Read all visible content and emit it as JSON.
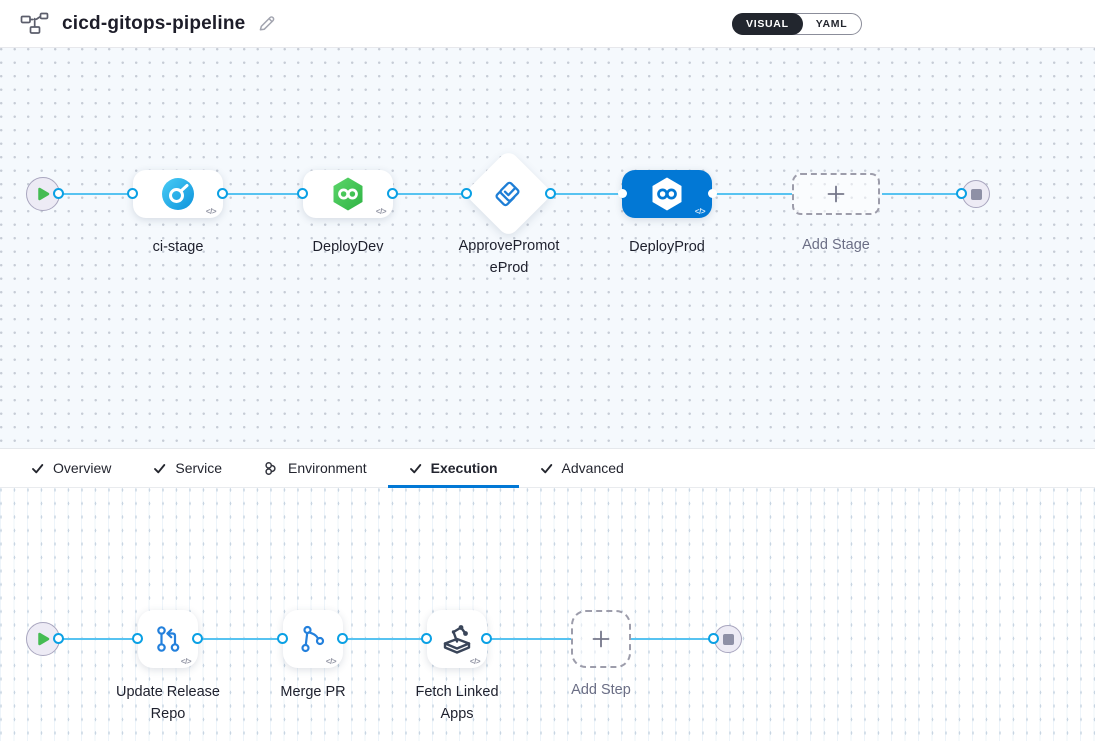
{
  "header": {
    "title": "cicd-gitops-pipeline",
    "view_toggle": {
      "visual_label": "VISUAL",
      "yaml_label": "YAML",
      "selected": "VISUAL"
    }
  },
  "icons": {
    "code_badge": "</>",
    "names": [
      "pipeline-icon",
      "edit-pencil-icon",
      "play-icon",
      "stop-icon",
      "ci-stage-icon",
      "cd-hexagon-icon",
      "approval-icon",
      "plus-icon",
      "git-update-icon",
      "git-merge-icon",
      "fetch-apps-icon",
      "check-icon",
      "environment-icon"
    ]
  },
  "colors": {
    "accent_blue": "#0278D5",
    "connector_blue": "#57C3F1",
    "port_blue": "#0AA0E4",
    "cd_green": "#45BC53",
    "canvas_top_bg": "#F5F9FD",
    "toggle_dark": "#22262E"
  },
  "stage_canvas": {
    "stages": [
      {
        "name": "ci-stage",
        "type": "ci",
        "lines": [
          "ci-stage"
        ]
      },
      {
        "name": "DeployDev",
        "type": "cd",
        "lines": [
          "DeployDev"
        ]
      },
      {
        "name": "ApprovePromoteProd",
        "type": "approval",
        "lines": [
          "ApprovePromot",
          "eProd"
        ]
      },
      {
        "name": "DeployProd",
        "type": "cd",
        "selected": true,
        "lines": [
          "DeployProd"
        ]
      },
      {
        "name": "Add Stage",
        "type": "add",
        "lines": [
          "Add Stage"
        ]
      }
    ]
  },
  "tabs": [
    {
      "label": "Overview",
      "icon": "check",
      "active": false
    },
    {
      "label": "Service",
      "icon": "check",
      "active": false
    },
    {
      "label": "Environment",
      "icon": "environment",
      "active": false
    },
    {
      "label": "Execution",
      "icon": "check",
      "active": true
    },
    {
      "label": "Advanced",
      "icon": "check",
      "active": false
    }
  ],
  "execution_canvas": {
    "steps": [
      {
        "name": "Update Release Repo",
        "type": "git-update",
        "lines": [
          "Update Release",
          "Repo"
        ]
      },
      {
        "name": "Merge PR",
        "type": "git-merge",
        "lines": [
          "Merge PR"
        ]
      },
      {
        "name": "Fetch Linked Apps",
        "type": "fetch-apps",
        "lines": [
          "Fetch Linked",
          "Apps"
        ]
      },
      {
        "name": "Add Step",
        "type": "add",
        "lines": [
          "Add Step"
        ]
      }
    ]
  }
}
